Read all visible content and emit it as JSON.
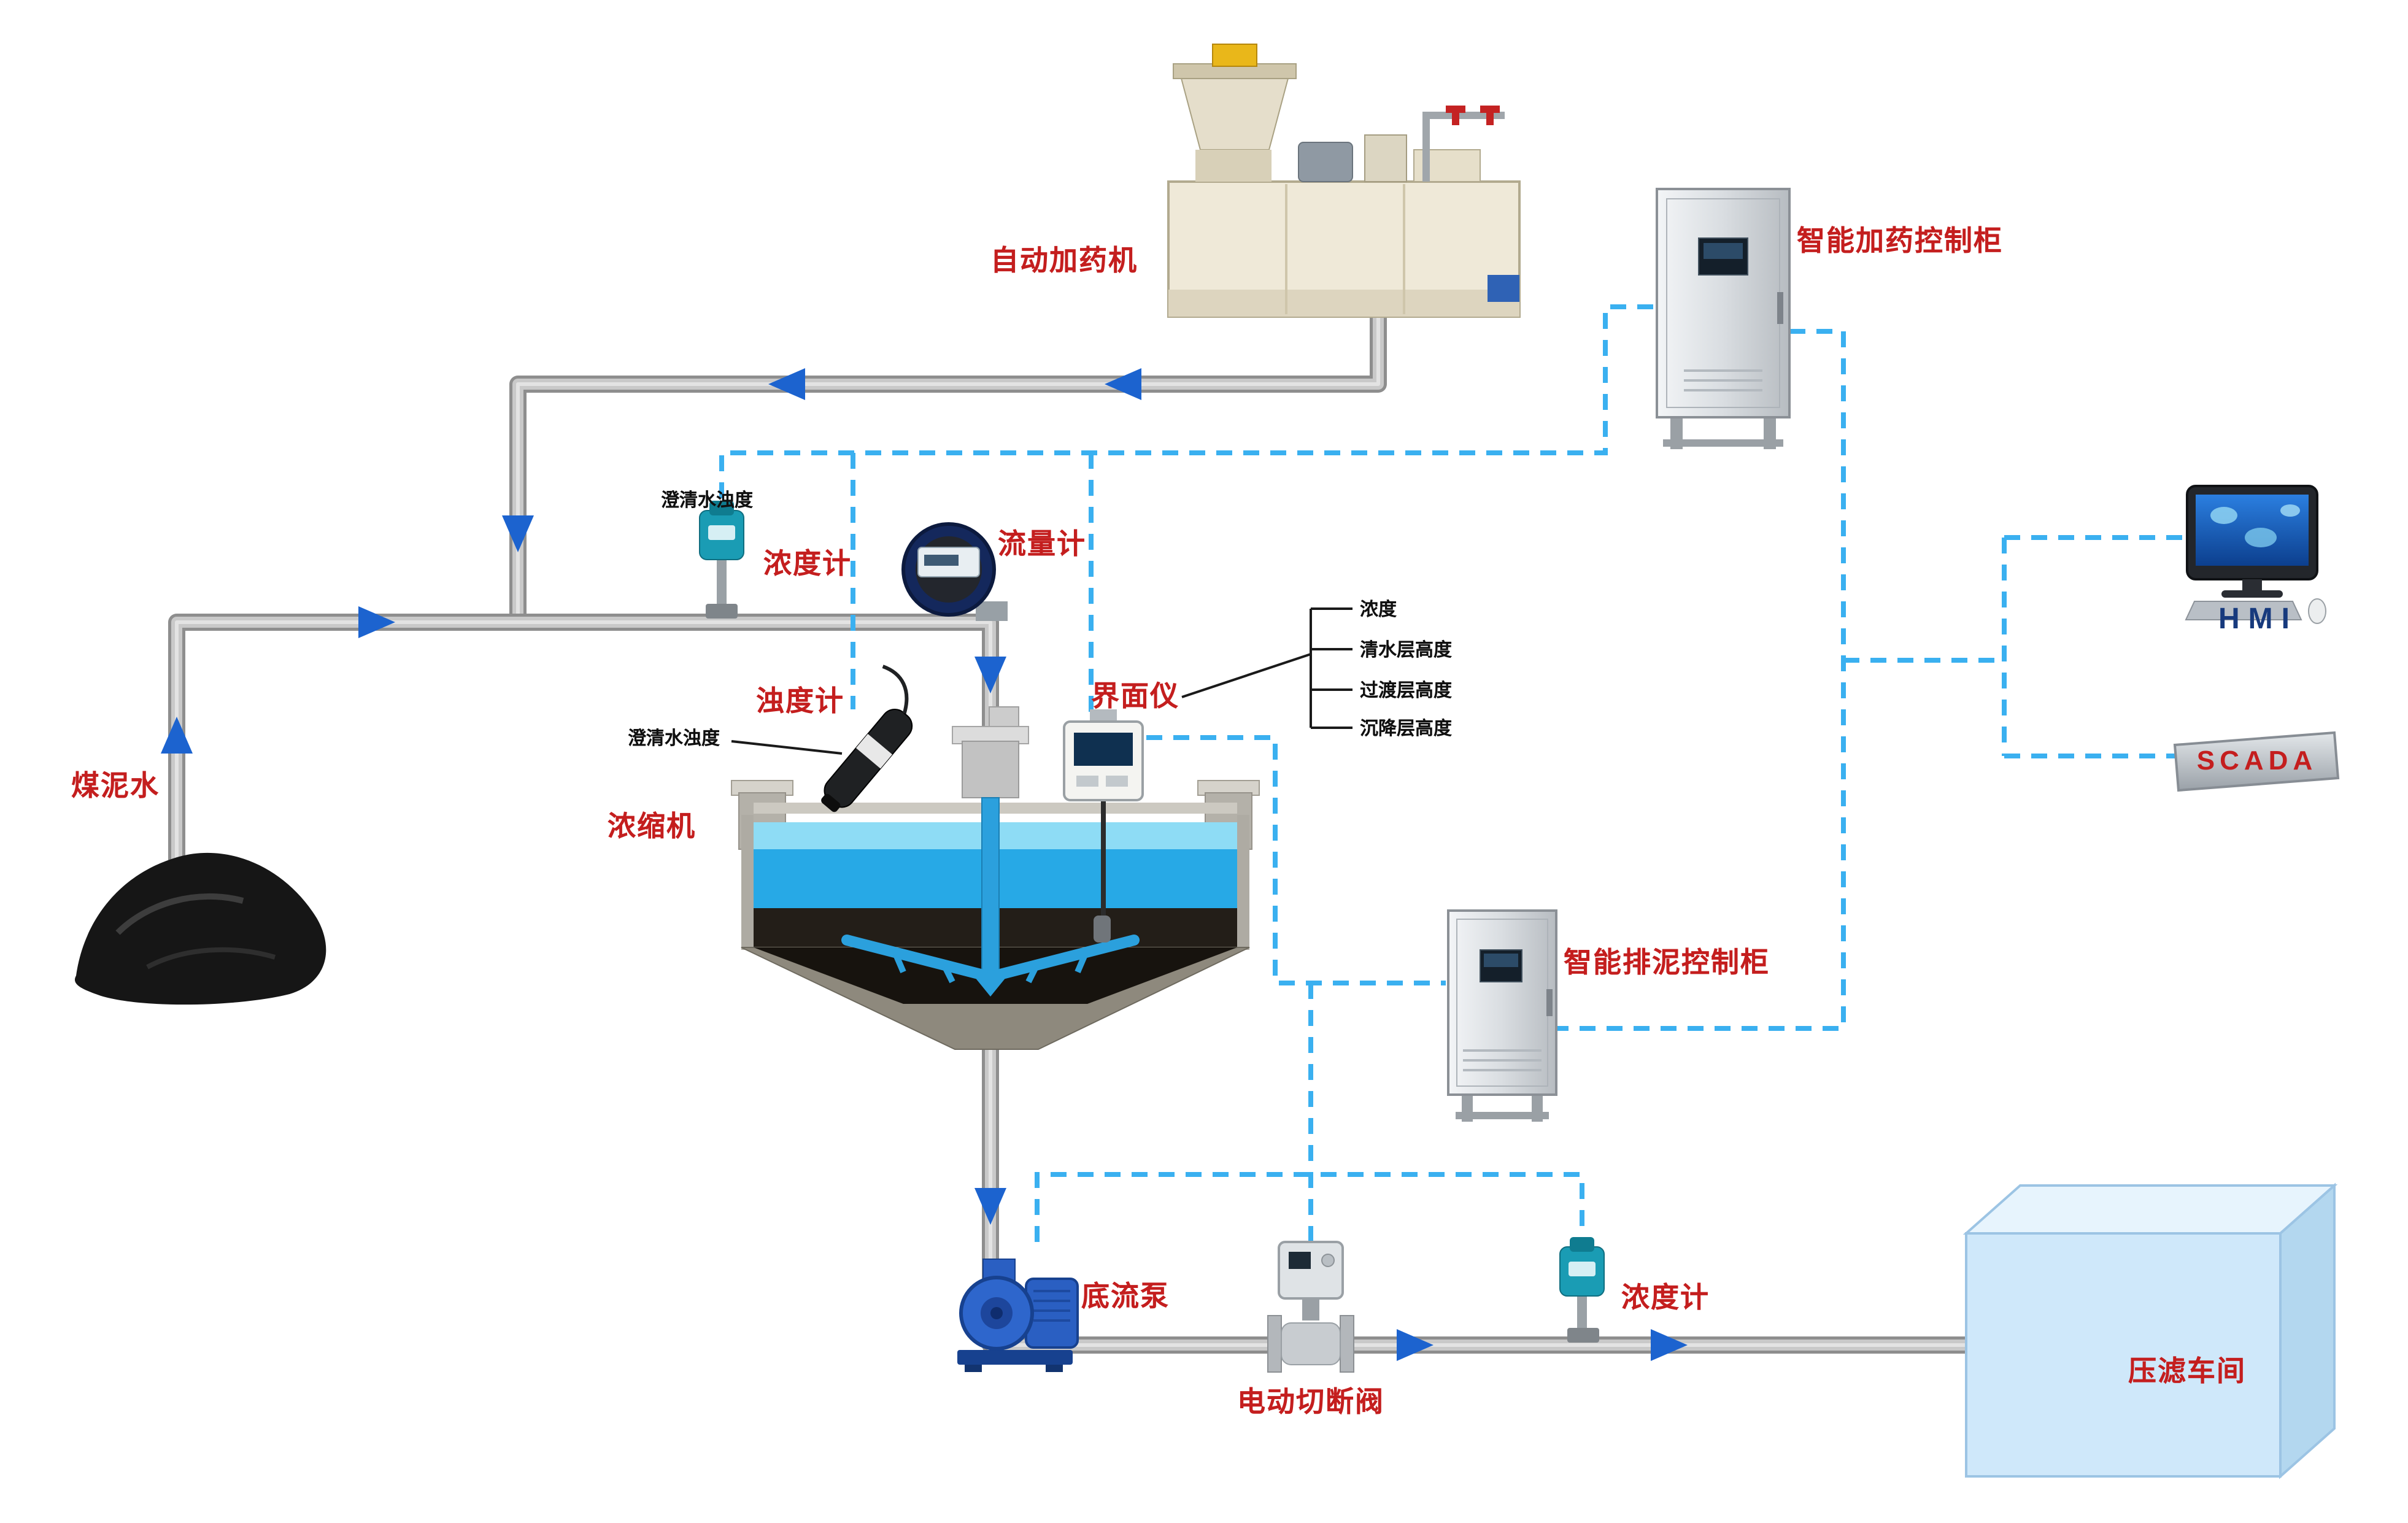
{
  "colors": {
    "label_red": "#c41e1e",
    "small_label_black": "#101010",
    "hmi_label_blue": "#173a7d",
    "pipe_gray": "#c9c9c9",
    "flow_arrow_blue": "#1c63cf",
    "signal_line_blue": "#3ab0f0",
    "water_blue": "#27a9e6",
    "workshop_blue": "#cfe8fa"
  },
  "nodes": {
    "dosing_machine": {
      "label": "自动加药机"
    },
    "dosing_control_cabinet": {
      "label": "智能加药控制柜"
    },
    "coal_slurry_water": {
      "label": "煤泥水"
    },
    "feed_concentration_meter": {
      "label": "浓度计",
      "note": "澄清水浊度"
    },
    "flow_meter": {
      "label": "流量计"
    },
    "turbidity_meter": {
      "label": "浊度计",
      "note": "澄清水浊度"
    },
    "thickener": {
      "label": "浓缩机"
    },
    "interface_meter": {
      "label": "界面仪",
      "params": [
        "浓度",
        "清水层高度",
        "过渡层高度",
        "沉降层高度"
      ]
    },
    "sludge_control_cabinet": {
      "label": "智能排泥控制柜"
    },
    "hmi": {
      "label": "HMI"
    },
    "scada": {
      "label": "SCADA"
    },
    "underflow_pump": {
      "label": "底流泵"
    },
    "electric_shutoff_valve": {
      "label": "电动切断阀"
    },
    "underflow_concentration_meter": {
      "label": "浓度计"
    },
    "filter_press_workshop": {
      "label": "压滤车间"
    }
  }
}
